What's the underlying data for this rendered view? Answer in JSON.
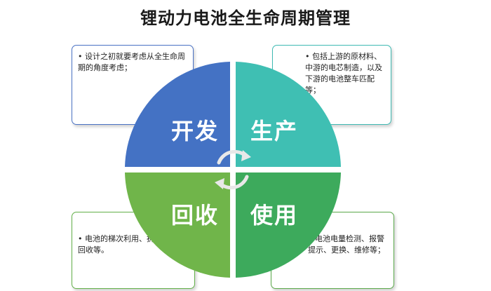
{
  "title": "锂动力电池全生命周期管理",
  "quadrants": [
    {
      "id": "tl",
      "label": "开发",
      "color": "#4472c4",
      "note": "设计之初就要考虑从全生命周期的角度考虑；"
    },
    {
      "id": "tr",
      "label": "生产",
      "color": "#3fbfb3",
      "note": "包括上游的原材料、中游的电芯制造，以及下游的电池整车匹配等；"
    },
    {
      "id": "bl",
      "label": "回收",
      "color": "#70b54a",
      "note": "电池的梯次利用、拆解、材料回收等。"
    },
    {
      "id": "br",
      "label": "使用",
      "color": "#3daa5c",
      "note": "电池电量检测、报警提示、更换、维修等；"
    }
  ],
  "center_icon": "cycle-arrows-icon",
  "bullet": "•"
}
